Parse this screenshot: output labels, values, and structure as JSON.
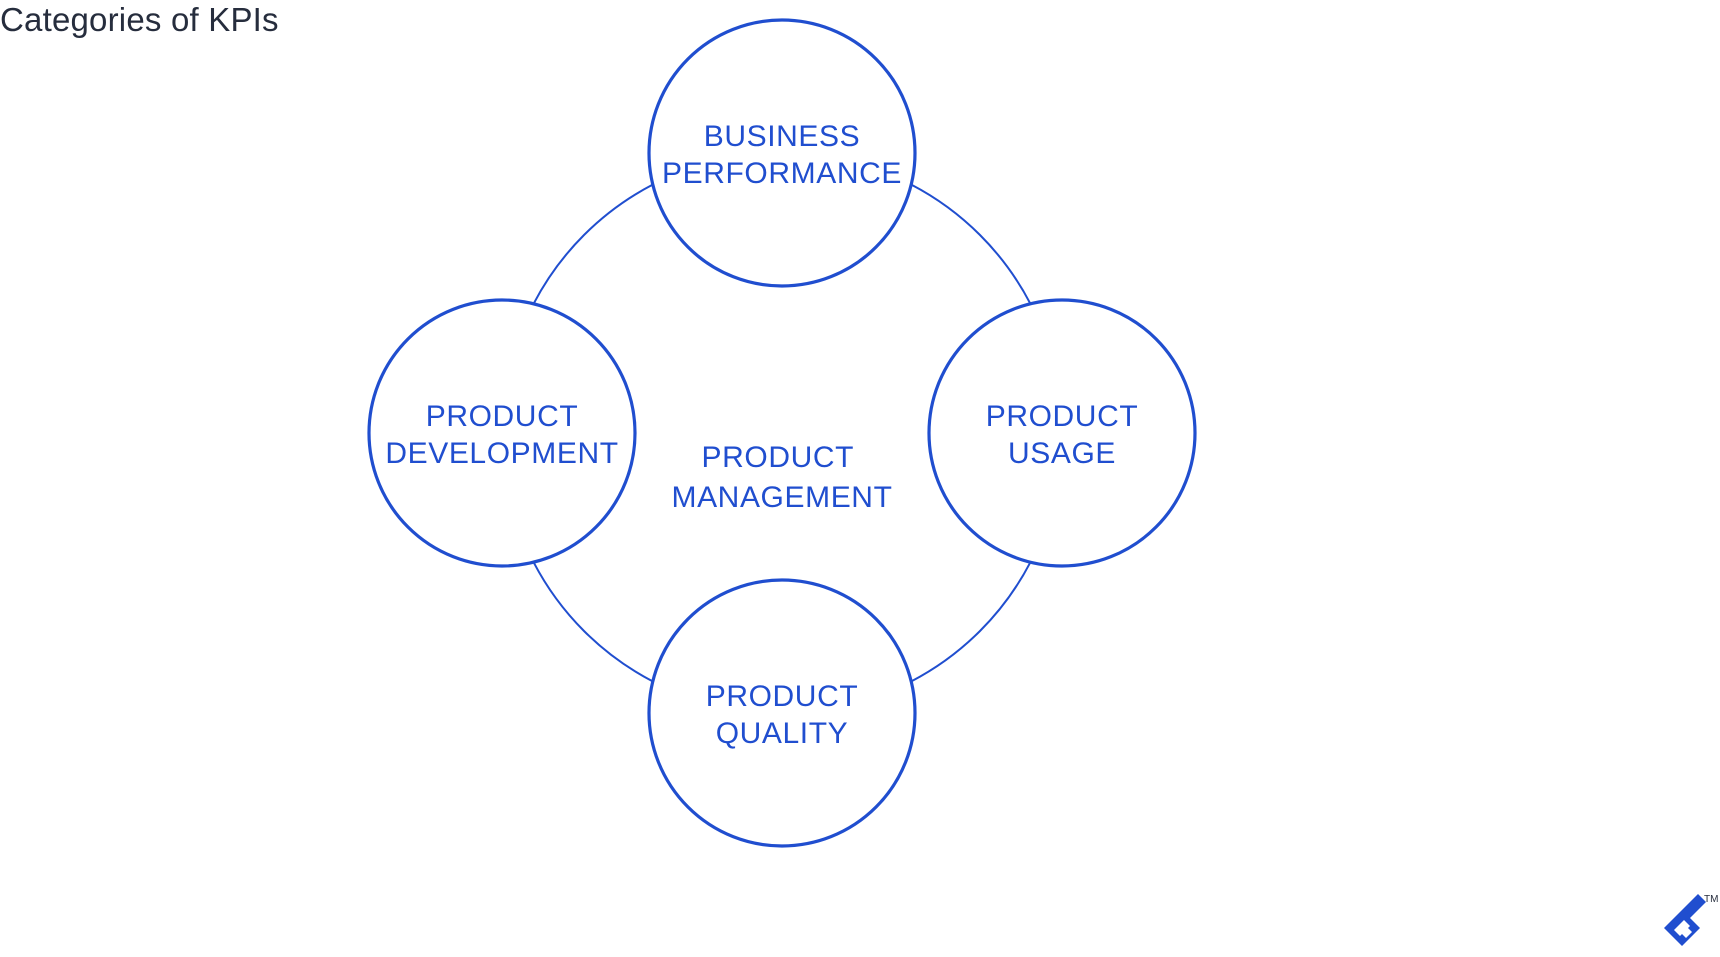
{
  "header": {
    "title": "Categories of KPIs"
  },
  "diagram": {
    "center": {
      "lines": [
        "PRODUCT",
        "MANAGEMENT"
      ]
    },
    "nodes": [
      {
        "id": "business-performance",
        "position": "top",
        "lines": [
          "BUSINESS",
          "PERFORMANCE"
        ]
      },
      {
        "id": "product-development",
        "position": "left",
        "lines": [
          "PRODUCT",
          "DEVELOPMENT"
        ]
      },
      {
        "id": "product-usage",
        "position": "right",
        "lines": [
          "PRODUCT",
          "USAGE"
        ]
      },
      {
        "id": "product-quality",
        "position": "bottom",
        "lines": [
          "PRODUCT",
          "QUALITY"
        ]
      }
    ],
    "connections": [
      [
        "business-performance",
        "product-usage"
      ],
      [
        "product-usage",
        "product-quality"
      ],
      [
        "product-quality",
        "product-development"
      ],
      [
        "product-development",
        "business-performance"
      ]
    ],
    "colors": {
      "accent": "#204ecf",
      "title": "#262d3d",
      "background": "#ffffff"
    }
  },
  "logo": {
    "icon": "toptal-logo-icon",
    "trademark": "TM"
  }
}
